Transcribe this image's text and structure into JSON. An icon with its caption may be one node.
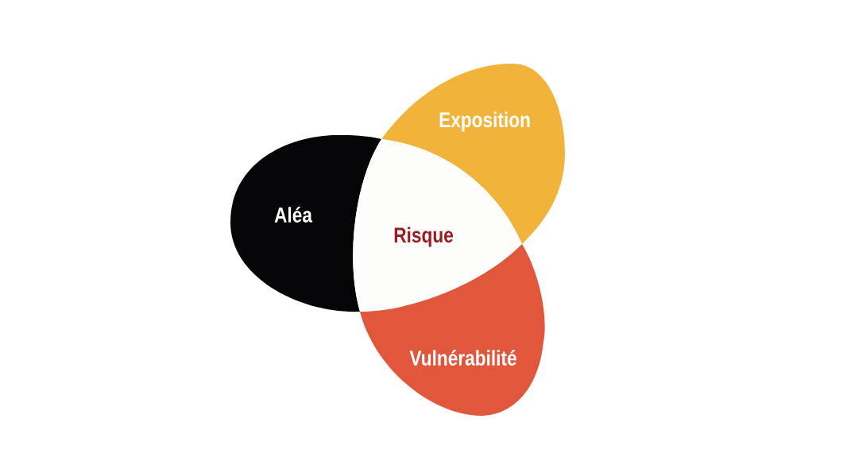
{
  "diagram": {
    "nodes": [
      {
        "text": [
          "Exposition"
        ]
      },
      {
        "text": [
          "Aléa"
        ]
      },
      {
        "text": [
          "Risque"
        ]
      },
      {
        "text": [
          "Vulnérabilité"
        ]
      }
    ]
  }
}
